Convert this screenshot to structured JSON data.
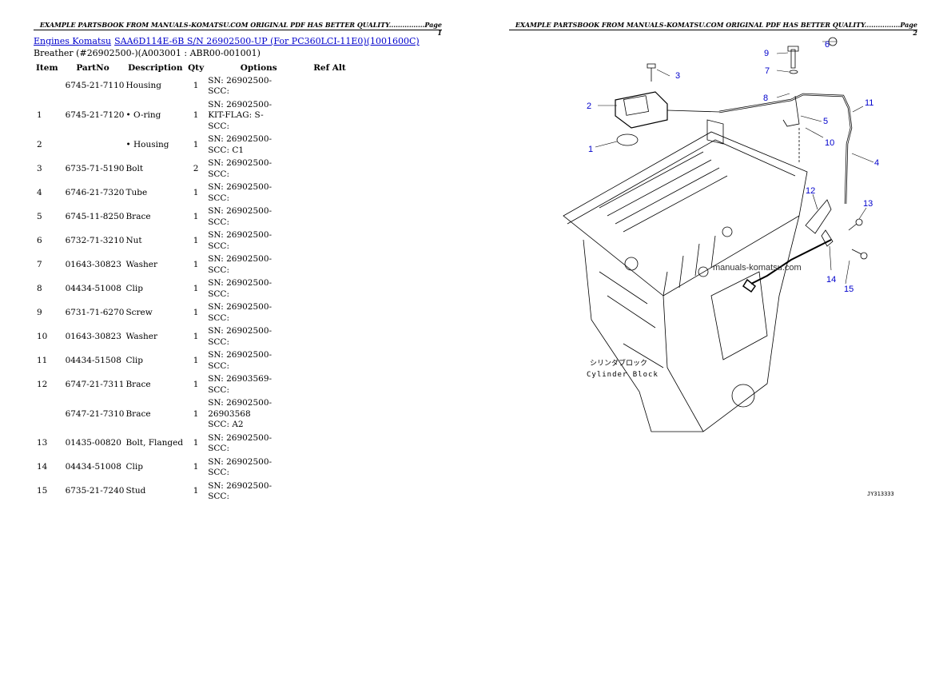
{
  "header_left": "EXAMPLE PARTSBOOK FROM MANUALS-KOMATSU.COM ORIGINAL PDF HAS BETTER QUALITY................Page 1",
  "header_right": "EXAMPLE PARTSBOOK FROM MANUALS-KOMATSU.COM ORIGINAL PDF HAS BETTER QUALITY................Page 2",
  "breadcrumb": {
    "link1": "Engines Komatsu",
    "link2": "SAA6D114E-6B S/N 26902500-UP (For PC360LCI-11E0)(1001600C)"
  },
  "subtitle": "Breather (#26902500-)(A003001 : ABR00-001001)",
  "columns": [
    "Item",
    "PartNo",
    "Description",
    "Qty",
    "Options",
    "Ref Alt"
  ],
  "rows": [
    {
      "item": "",
      "partno": "6745-21-7110",
      "desc": "Housing",
      "qty": "1",
      "opts": [
        "SN: 26902500-",
        "SCC:"
      ]
    },
    {
      "item": "1",
      "partno": "6745-21-7120",
      "desc": "• O-ring",
      "qty": "1",
      "opts": [
        "SN: 26902500-",
        "KIT-FLAG: S-",
        "SCC:"
      ]
    },
    {
      "item": "2",
      "partno": "",
      "desc": "• Housing",
      "qty": "1",
      "opts": [
        "SN: 26902500-",
        "SCC: C1"
      ]
    },
    {
      "item": "3",
      "partno": "6735-71-5190",
      "desc": "Bolt",
      "qty": "2",
      "opts": [
        "SN: 26902500-",
        "SCC:"
      ]
    },
    {
      "item": "4",
      "partno": "6746-21-7320",
      "desc": "Tube",
      "qty": "1",
      "opts": [
        "SN: 26902500-",
        "SCC:"
      ]
    },
    {
      "item": "5",
      "partno": "6745-11-8250",
      "desc": "Brace",
      "qty": "1",
      "opts": [
        "SN: 26902500-",
        "SCC:"
      ]
    },
    {
      "item": "6",
      "partno": "6732-71-3210",
      "desc": "Nut",
      "qty": "1",
      "opts": [
        "SN: 26902500-",
        "SCC:"
      ]
    },
    {
      "item": "7",
      "partno": "01643-30823",
      "desc": "Washer",
      "qty": "1",
      "opts": [
        "SN: 26902500-",
        "SCC:"
      ]
    },
    {
      "item": "8",
      "partno": "04434-51008",
      "desc": "Clip",
      "qty": "1",
      "opts": [
        "SN: 26902500-",
        "SCC:"
      ]
    },
    {
      "item": "9",
      "partno": "6731-71-6270",
      "desc": "Screw",
      "qty": "1",
      "opts": [
        "SN: 26902500-",
        "SCC:"
      ]
    },
    {
      "item": "10",
      "partno": "01643-30823",
      "desc": "Washer",
      "qty": "1",
      "opts": [
        "SN: 26902500-",
        "SCC:"
      ]
    },
    {
      "item": "11",
      "partno": "04434-51508",
      "desc": "Clip",
      "qty": "1",
      "opts": [
        "SN: 26902500-",
        "SCC:"
      ]
    },
    {
      "item": "12",
      "partno": "6747-21-7311",
      "desc": "Brace",
      "qty": "1",
      "opts": [
        "SN: 26903569-",
        "SCC:"
      ]
    },
    {
      "item": "",
      "partno": "6747-21-7310",
      "desc": "Brace",
      "qty": "1",
      "opts": [
        "SN: 26902500-26903568",
        "SCC: A2"
      ]
    },
    {
      "item": "13",
      "partno": "01435-00820",
      "desc": "Bolt, Flanged",
      "qty": "1",
      "opts": [
        "SN: 26902500-",
        "SCC:"
      ]
    },
    {
      "item": "14",
      "partno": "04434-51008",
      "desc": "Clip",
      "qty": "1",
      "opts": [
        "SN: 26902500-",
        "SCC:"
      ]
    },
    {
      "item": "15",
      "partno": "6735-21-7240",
      "desc": "Stud",
      "qty": "1",
      "opts": [
        "SN: 26902500-",
        "SCC:"
      ]
    }
  ],
  "diagram": {
    "callouts": [
      "1",
      "2",
      "3",
      "4",
      "5",
      "6",
      "7",
      "8",
      "9",
      "10",
      "11",
      "12",
      "13",
      "14",
      "15"
    ],
    "label_jp": "シリンダブロック",
    "label_en": "Cylinder Block",
    "watermark": "manuals-komatsu.com",
    "drawing_code": "JY313333",
    "callout_color": "#0000cc"
  }
}
